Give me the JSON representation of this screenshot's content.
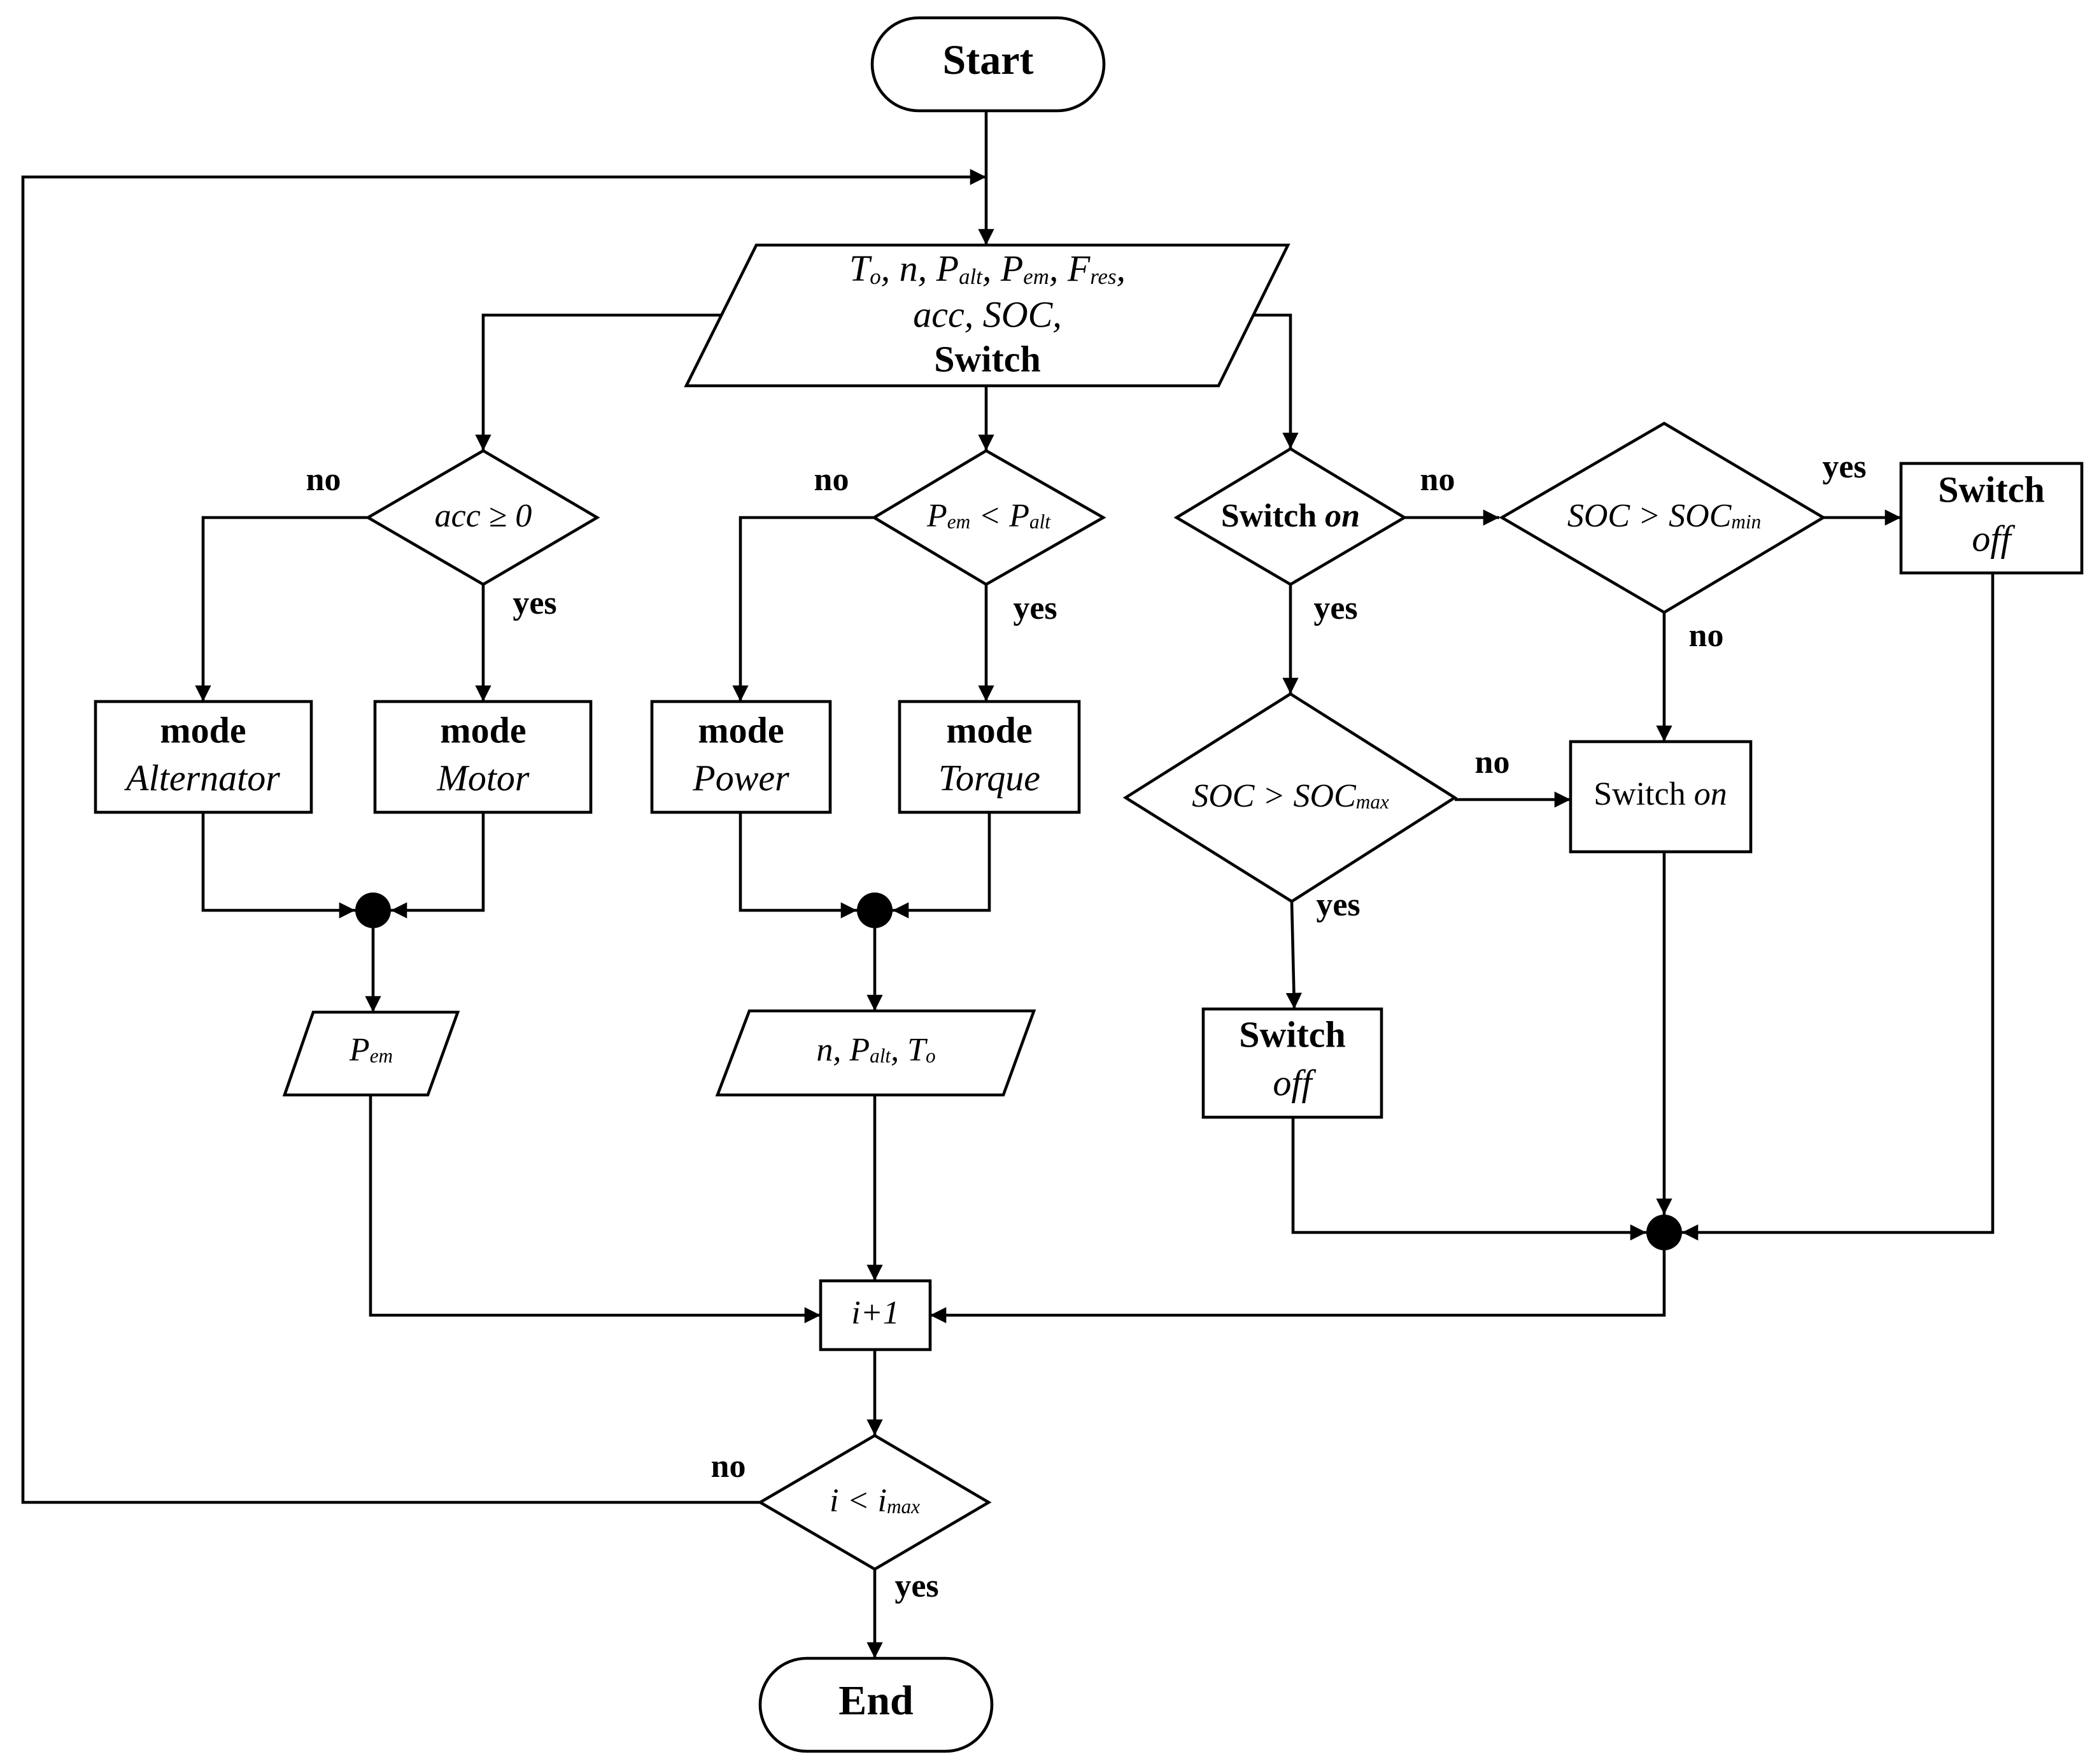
{
  "colors": {
    "start": "#ff0000",
    "end": "#00b050",
    "stroke": "#000000"
  },
  "terminals": {
    "start": "Start",
    "end": "End"
  },
  "input": {
    "line1": {
      "T": "T",
      "T_sub": "o",
      "n": ", n, ",
      "P1": "P",
      "P1_sub": "alt",
      "sep1": ", ",
      "P2": "P",
      "P2_sub": "em",
      "sep2": ", ",
      "F": "F",
      "F_sub": "res",
      "tail": ","
    },
    "line2": "acc, SOC,",
    "line3": "Switch"
  },
  "decisions": {
    "acc": "acc ≥ 0",
    "pem": {
      "a": "P",
      "a_sub": "em",
      "op": " < ",
      "b": "P",
      "b_sub": "alt"
    },
    "switch_on": {
      "word": "Switch ",
      "state": "on"
    },
    "soc_min": {
      "a": "SOC > SOC",
      "sub": "min"
    },
    "soc_max": {
      "a": "SOC > SOC",
      "sub": "max"
    },
    "loop": {
      "a": "i < i",
      "sub": "max"
    }
  },
  "boxes": {
    "alternator": {
      "line1": "mode",
      "line2": "Alternator"
    },
    "motor": {
      "line1": "mode",
      "line2": "Motor"
    },
    "power": {
      "line1": "mode",
      "line2": "Power"
    },
    "torque": {
      "line1": "mode",
      "line2": "Torque"
    },
    "switch_off_right": {
      "line1": "Switch",
      "line2": "off"
    },
    "switch_on_box": {
      "word": "Switch ",
      "state": "on"
    },
    "switch_off_mid": {
      "line1": "Switch",
      "line2": "off"
    },
    "increment": "i+1"
  },
  "outputs": {
    "pem": {
      "a": "P",
      "sub": "em"
    },
    "n_palt_to": {
      "a": "n, P",
      "a_sub": "alt",
      "b": ", T",
      "b_sub": "o"
    }
  },
  "edge_labels": {
    "acc_no": "no",
    "acc_yes": "yes",
    "pem_no": "no",
    "pem_yes": "yes",
    "switch_no": "no",
    "switch_yes": "yes",
    "socmin_yes": "yes",
    "socmin_no": "no",
    "socmax_no": "no",
    "socmax_yes": "yes",
    "loop_no": "no",
    "loop_yes": "yes"
  }
}
